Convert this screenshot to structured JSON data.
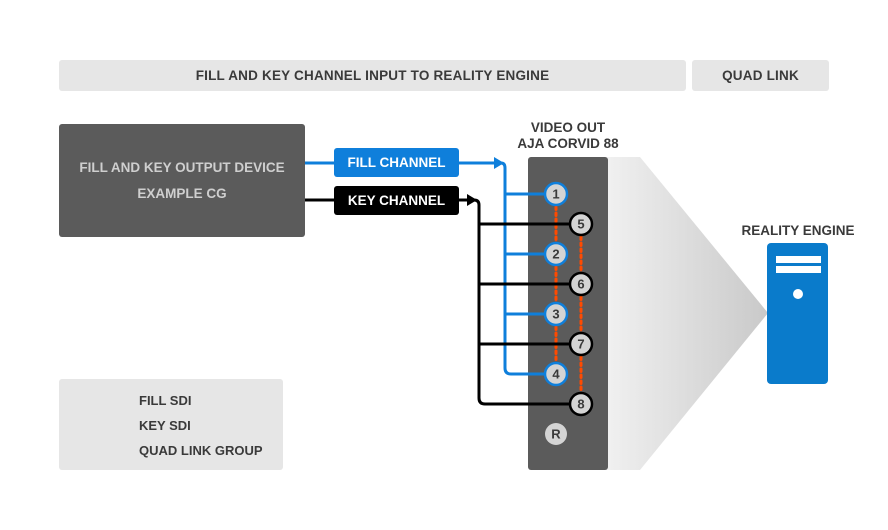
{
  "header": {
    "title": "FILL AND KEY CHANNEL INPUT TO REALITY ENGINE",
    "mode": "QUAD LINK"
  },
  "source_device": {
    "line1": "FILL AND KEY OUTPUT DEVICE",
    "line2": "EXAMPLE CG"
  },
  "channels": {
    "fill": "FILL CHANNEL",
    "key": "KEY CHANNEL"
  },
  "video_card": {
    "title_line1": "VIDEO OUT",
    "title_line2": "AJA CORVID 88",
    "fill_ports": [
      "1",
      "2",
      "3",
      "4"
    ],
    "key_ports": [
      "5",
      "6",
      "7",
      "8"
    ],
    "reference_port": "R"
  },
  "target": {
    "title": "REALITY ENGINE",
    "icon": "server-tower-icon"
  },
  "legend": {
    "items": [
      {
        "label": "FILL SDI",
        "type": "blue-arrow"
      },
      {
        "label": "KEY SDI",
        "type": "black-arrow"
      },
      {
        "label": "QUAD LINK GROUP",
        "type": "orange-dotted"
      }
    ]
  },
  "colors": {
    "fill": "#0f7fdb",
    "key": "#000000",
    "quad_link": "#ff4a00",
    "card": "#5b5b5b",
    "server": "#0a7bcb",
    "header_bg": "#e6e6e6"
  }
}
